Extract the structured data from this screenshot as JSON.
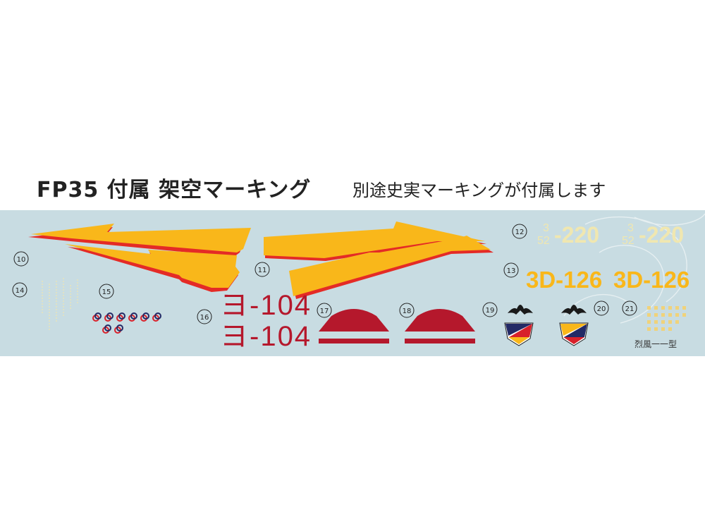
{
  "header": {
    "title": "FP35 付属 架空マーキング",
    "note": "別途史実マーキングが付属します"
  },
  "decal_sheet": {
    "background_color": "#c8dce2",
    "colors": {
      "yellow": "#f9b71a",
      "red": "#d8202a",
      "crimson": "#b5182c",
      "cream": "#f0e7b0",
      "navy": "#232a66"
    },
    "numbers": [
      "10",
      "11",
      "12",
      "13",
      "14",
      "15",
      "16",
      "17",
      "18",
      "19",
      "20",
      "21"
    ],
    "code_red": "ヨ-104",
    "code_cream_top": "3",
    "code_cream_bottom": "52",
    "code_cream_main": "-220",
    "code_yellow": "3D-126",
    "maker_mark": "烈風一一型"
  }
}
